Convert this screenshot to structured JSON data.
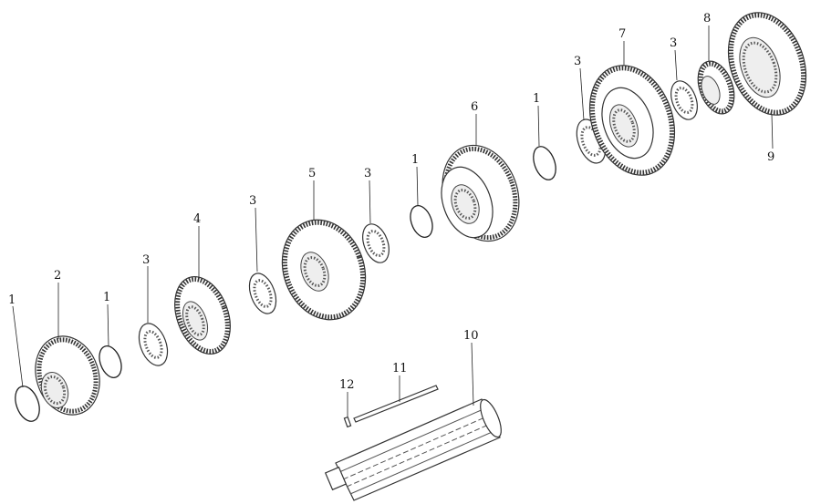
{
  "diagram": {
    "labels": {
      "snap_ring_a": "1",
      "synchronizer_a": "2",
      "snap_ring_b": "1",
      "washer_a": "3",
      "gear_4": "4",
      "washer_b": "3",
      "gear_5": "5",
      "washer_c": "3",
      "snap_ring_c": "1",
      "synchronizer_6": "6",
      "snap_ring_d": "1",
      "washer_d": "3",
      "gear_7": "7",
      "washer_e": "3",
      "hub_8": "8",
      "gear_9": "9",
      "shaft_10": "10",
      "rod_11": "11",
      "pin_12": "12"
    }
  }
}
